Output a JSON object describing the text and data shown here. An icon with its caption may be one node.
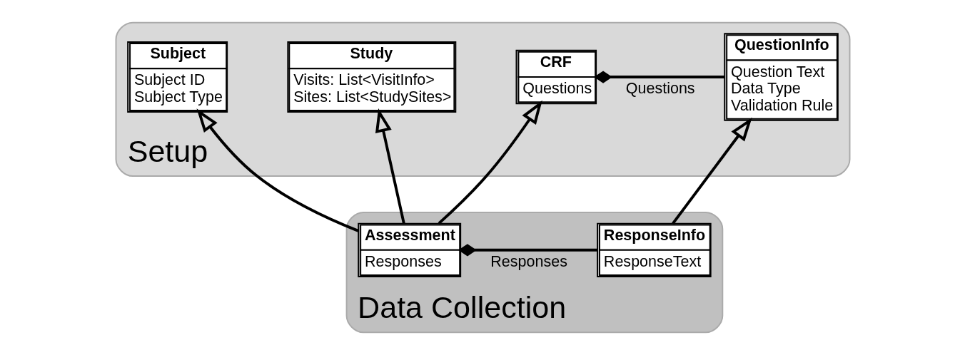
{
  "diagram": {
    "nodes": [
      {
        "text": [
          "Setup"
        ]
      },
      {
        "text": [
          "Subject",
          "Subject ID",
          "Subject Type"
        ],
        "in": 0
      },
      {
        "text": [
          "Study",
          "Visits: List<VisitInfo>",
          "Sites: List<StudySites>"
        ],
        "in": 0
      },
      {
        "text": [
          "CRF",
          "Questions"
        ],
        "in": 0
      },
      {
        "text": [
          "QuestionInfo",
          "Question Text",
          "Data Type",
          "Validation Rule"
        ],
        "in": 0
      },
      {
        "text": [
          "Data Collection"
        ]
      },
      {
        "text": [
          "Assessment",
          "Responses"
        ],
        "in": 5
      },
      {
        "text": [
          "ResponseInfo",
          "ResponseText"
        ],
        "in": 5
      }
    ],
    "edges": [
      {
        "from": 6,
        "to": 1,
        "arrow": "to"
      },
      {
        "from": 6,
        "to": 2,
        "arrow": "to"
      },
      {
        "from": 6,
        "to": 3,
        "arrow": "to"
      },
      {
        "from": 3,
        "to": 4,
        "arrow": "other",
        "label": "Questions"
      },
      {
        "from": 7,
        "to": 4,
        "arrow": "to"
      },
      {
        "from": 6,
        "to": 7,
        "arrow": "other",
        "label": "Responses"
      }
    ]
  }
}
